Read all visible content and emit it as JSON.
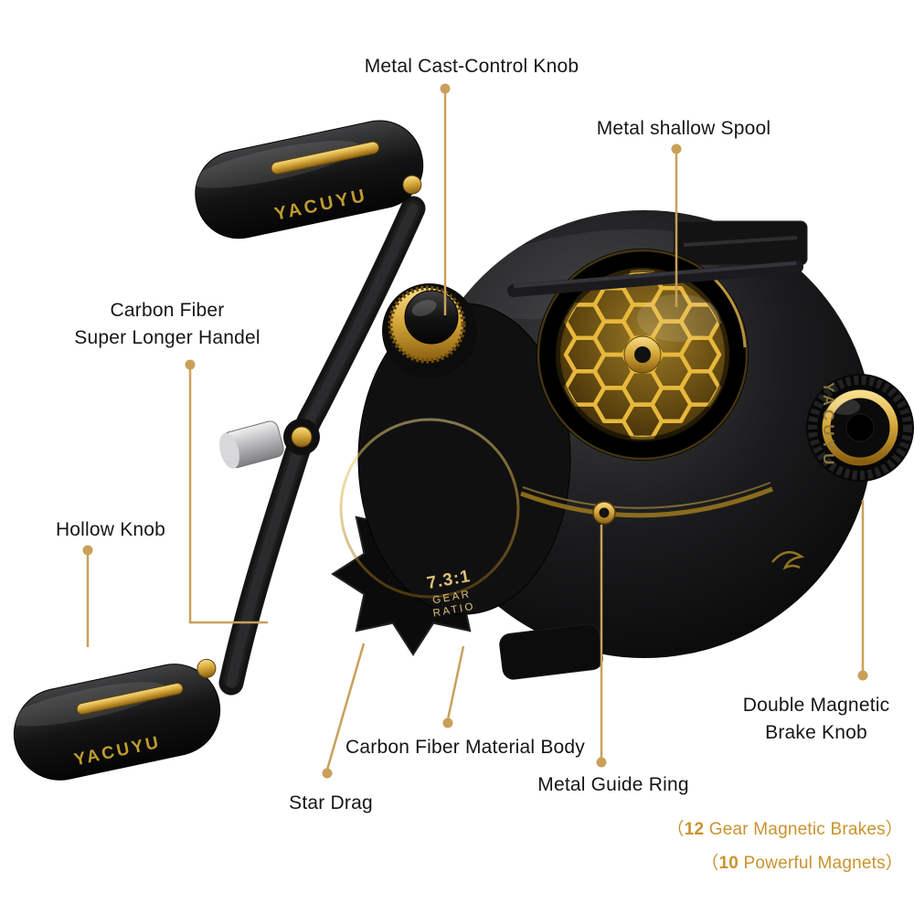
{
  "colors": {
    "callout_line": "#c9a05a",
    "label_text": "#161616",
    "footnote_text": "#c9932e",
    "gold_accent": "#d8a93c",
    "reel_body": "#0a0a0b"
  },
  "labels": {
    "cast_control": "Metal Cast-Control Knob",
    "spool": "Metal shallow Spool",
    "handle_line1": "Carbon Fiber",
    "handle_line2": "Super Longer Handel",
    "hollow_knob": "Hollow Knob",
    "brake_line1": "Double Magnetic",
    "brake_line2": "Brake Knob",
    "body": "Carbon Fiber Material Body",
    "star_drag": "Star Drag",
    "guide_ring": "Metal Guide Ring"
  },
  "footnotes": {
    "brakes": {
      "open": "（",
      "num": "12",
      "rest": " Gear Magnetic Brakes）"
    },
    "magnets": {
      "open": "（",
      "num": "10",
      "rest": " Powerful Magnets）"
    }
  },
  "reel": {
    "brand": "YACUYU",
    "gear_ratio": "7.3:1",
    "gear_word": "GEAR",
    "ratio_word": "RATIO"
  }
}
